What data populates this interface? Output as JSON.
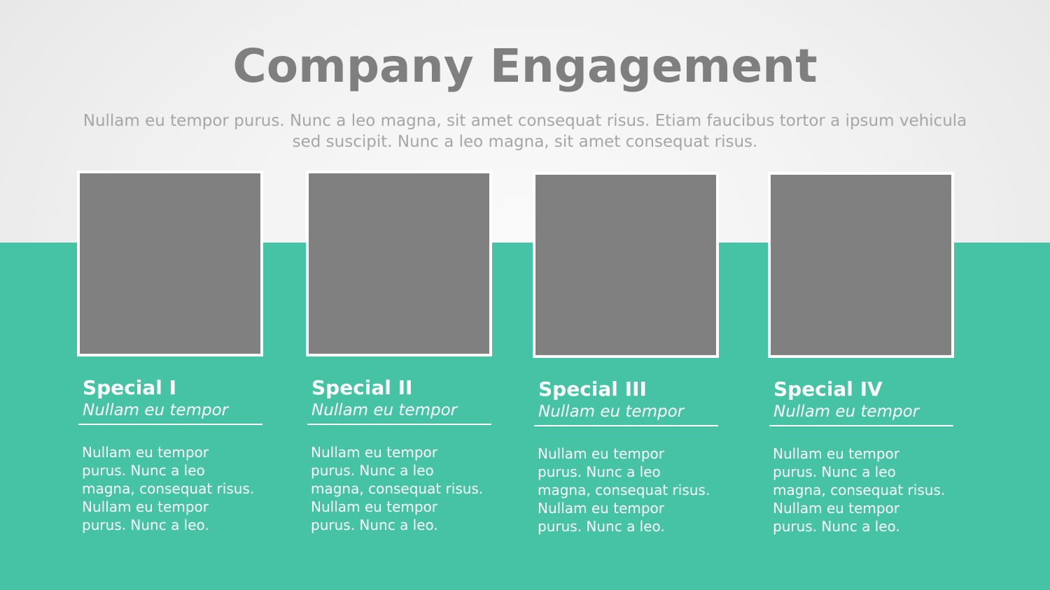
{
  "slide": {
    "title": "Company Engagement",
    "subtitle": "Nullam eu tempor purus. Nunc a leo magna, sit amet consequat risus. Etiam faucibus tortor a ipsum vehicula sed suscipit. Nunc a leo magna, sit amet consequat risus.",
    "colors": {
      "band": "#45c3a4",
      "title": "#7f7f7f",
      "subtitle": "#a6a6a6",
      "photo_placeholder": "#808080"
    }
  },
  "cards": [
    {
      "title": "Special I",
      "subtitle": "Nullam eu tempor",
      "body": "Nullam eu tempor purus. Nunc a leo magna, consequat risus. Nullam eu tempor purus. Nunc a leo."
    },
    {
      "title": "Special II",
      "subtitle": "Nullam eu tempor",
      "body": "Nullam eu tempor purus. Nunc a leo magna, consequat risus. Nullam eu tempor purus. Nunc a leo."
    },
    {
      "title": "Special III",
      "subtitle": "Nullam eu tempor",
      "body": "Nullam eu tempor purus. Nunc a leo magna, consequat risus. Nullam eu tempor purus. Nunc a leo."
    },
    {
      "title": "Special IV",
      "subtitle": "Nullam eu tempor",
      "body": "Nullam eu tempor purus. Nunc a leo magna, consequat risus. Nullam eu tempor purus. Nunc a leo."
    }
  ]
}
